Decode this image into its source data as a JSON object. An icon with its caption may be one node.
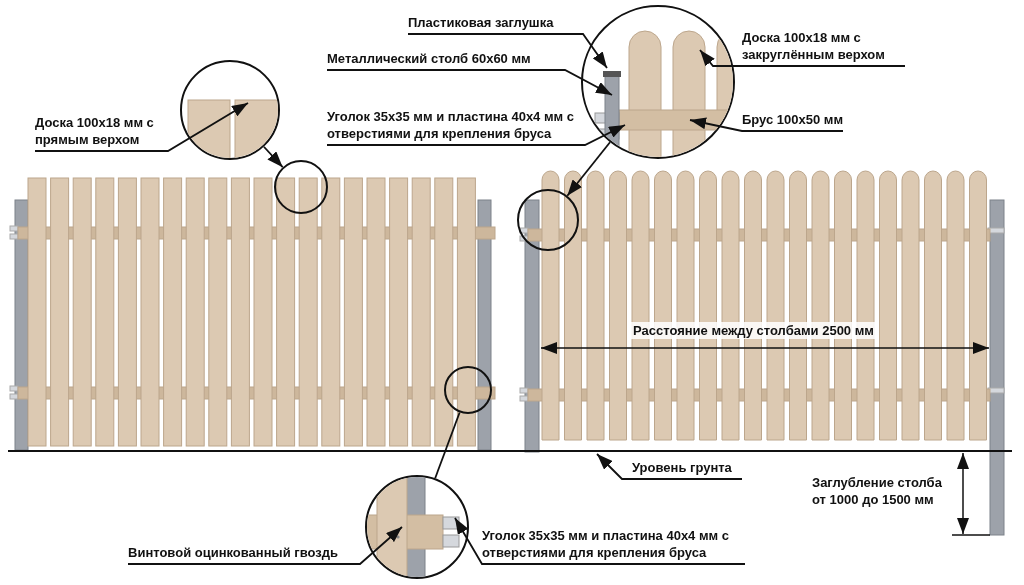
{
  "diagram": {
    "nodes": [
      {
        "text": [
          "Пластиковая заглушка"
        ]
      },
      {
        "text": [
          "Металлический столб 60x60 мм"
        ]
      },
      {
        "text": [
          "Уголок 35x35 мм и пластина 40x4 мм с отверстиями для крепления бруса"
        ]
      },
      {
        "text": [
          "Доска 100x18 мм с закруглённым верхом"
        ]
      },
      {
        "text": [
          "Брус 100x50 мм"
        ]
      },
      {
        "text": [
          "Доска 100x18 мм с прямым верхом"
        ]
      },
      {
        "text": [
          "Уровень грунта"
        ]
      },
      {
        "text": [
          "Винтовой оцинкованный гвоздь"
        ]
      },
      {
        "text": [
          "Уголок 35x35 мм и пластина 40x4 мм с отверстиями для крепления бруса"
        ]
      },
      {
        "text": [],
        "shape": "picture"
      },
      {
        "text": [],
        "shape": "picture"
      },
      {
        "text": [],
        "shape": "picture"
      },
      {
        "text": [],
        "shape": "circle"
      },
      {
        "text": [],
        "shape": "circle"
      },
      {
        "text": [],
        "shape": "circle"
      }
    ],
    "edges": [
      {
        "from": 0,
        "to": 9,
        "arrow": "to"
      },
      {
        "from": 1,
        "to": 9,
        "arrow": "to"
      },
      {
        "from": 2,
        "to": 9,
        "arrow": "to"
      },
      {
        "from": 3,
        "to": 9,
        "arrow": "to"
      },
      {
        "from": 4,
        "to": 9,
        "arrow": "to"
      },
      {
        "from": 5,
        "to": 10,
        "arrow": "to"
      },
      {
        "from": 6,
        "to": null,
        "arrow": "to"
      },
      {
        "from": 7,
        "to": 11,
        "arrow": "to"
      },
      {
        "from": 8,
        "to": 11,
        "arrow": "to"
      },
      {
        "from": 10,
        "to": 12,
        "arrow": "to"
      },
      {
        "from": 9,
        "to": 14,
        "arrow": "to"
      },
      {
        "from": 13,
        "to": 11,
        "arrow": "none"
      }
    ],
    "labels": [
      "Расстояние между столбами 2500 мм",
      "Заглубление столба от 1000 до 1500 мм"
    ]
  }
}
